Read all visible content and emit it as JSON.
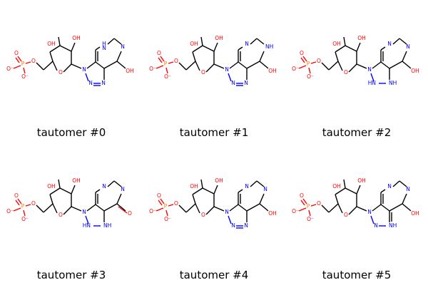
{
  "colors": {
    "bond": "#000000",
    "oxygen": "#ff0000",
    "nitrogen": "#0000ff",
    "phosphorus": "#ff8000",
    "caption": "#000000",
    "background": "#ffffff"
  },
  "atom_labels": {
    "oxygen_anion": "O",
    "oxygen_minus": "O⁻",
    "phosphorus": "P",
    "hydroxyl": "OH",
    "ring_oxygen": "O",
    "nitrogen": "N",
    "nh": "NH",
    "hn": "HN",
    "h": "H"
  },
  "tautomers": [
    {
      "caption": "tautomer #0"
    },
    {
      "caption": "tautomer #1"
    },
    {
      "caption": "tautomer #2"
    },
    {
      "caption": "tautomer #3"
    },
    {
      "caption": "tautomer #4"
    },
    {
      "caption": "tautomer #5"
    }
  ]
}
